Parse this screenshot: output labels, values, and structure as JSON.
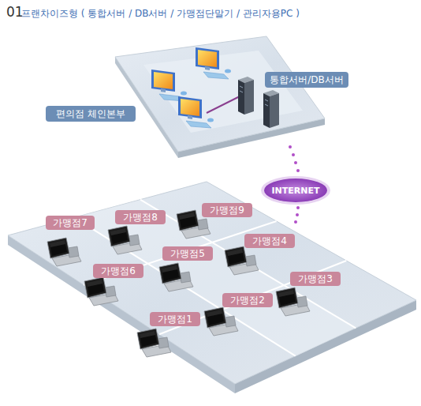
{
  "diagram": {
    "title": "프랜차이즈형 ( 통합서버 / DB서버 / 가맹점단말기 / 관리자용PC )",
    "nodes": [
      {
        "text": [
          "통합서버/DB서버"
        ]
      },
      {
        "text": [
          "편의점 체인본부"
        ]
      },
      {
        "text": [
          "INTERNET"
        ]
      },
      {
        "text": [
          "가맹점9"
        ]
      },
      {
        "text": [
          "가맹점8"
        ]
      },
      {
        "text": [
          "가맹점7"
        ]
      },
      {
        "text": [
          "가맹점4"
        ]
      },
      {
        "text": [
          "가맹점5"
        ]
      },
      {
        "text": [
          "가맹점6"
        ]
      },
      {
        "text": [
          "가맹점3"
        ]
      },
      {
        "text": [
          "가맹점2"
        ]
      },
      {
        "text": [
          "가맹점1"
        ]
      }
    ],
    "labels": [
      "01"
    ]
  }
}
